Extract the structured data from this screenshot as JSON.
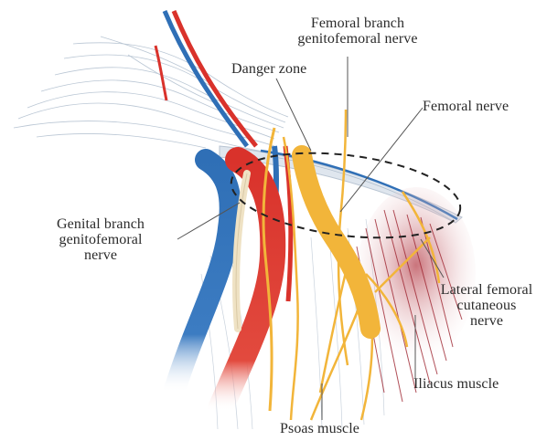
{
  "labels": {
    "femoral_branch": "Femoral branch\ngenitofemoral nerve",
    "danger_zone": "Danger zone",
    "femoral_nerve": "Femoral nerve",
    "genital_branch": "Genital branch\ngenitofemoral\nnerve",
    "lateral_femoral": "Lateral femoral\ncutaneous\nnerve",
    "iliacus": "Iliacus muscle",
    "psoas": "Psoas muscle"
  },
  "colors": {
    "artery": "#d9322b",
    "vein": "#2f6fb6",
    "nerve": "#f2b53a",
    "nerve_pale": "#efe2c4",
    "ligament": "#b8c4d2",
    "muscle": "#9e2530",
    "leader": "#555555"
  }
}
